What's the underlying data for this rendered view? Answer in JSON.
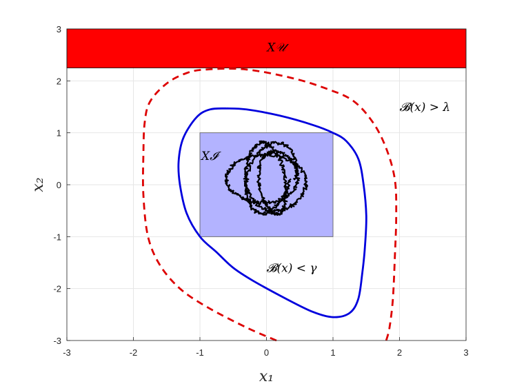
{
  "chart_data": {
    "type": "line",
    "xlabel": "x₁",
    "ylabel": "x₂",
    "xlim": [
      -3,
      3
    ],
    "ylim": [
      -3,
      3
    ],
    "xticks": [
      "-3",
      "-2",
      "-1",
      "0",
      "1",
      "2",
      "3"
    ],
    "yticks": [
      "-3",
      "-2",
      "-1",
      "0",
      "1",
      "2",
      "3"
    ],
    "grid": true,
    "unsafe_region": {
      "label": "X𝒰",
      "x": [
        -3,
        3
      ],
      "y": [
        2.25,
        3
      ],
      "color": "#ff0000"
    },
    "initial_region": {
      "label": "X𝓘",
      "x": [
        -1,
        1
      ],
      "y": [
        -1,
        1
      ],
      "color": "#b3b3ff"
    },
    "series": [
      {
        "style": "solid",
        "color": "#0000dd",
        "points": [
          [
            -0.6,
            1.47
          ],
          [
            -0.3,
            1.45
          ],
          [
            0.2,
            1.33
          ],
          [
            0.7,
            1.15
          ],
          [
            1.0,
            1.0
          ],
          [
            1.2,
            0.84
          ],
          [
            1.38,
            0.5
          ],
          [
            1.46,
            0.0
          ],
          [
            1.5,
            -0.6
          ],
          [
            1.48,
            -1.2
          ],
          [
            1.44,
            -1.7
          ],
          [
            1.38,
            -2.2
          ],
          [
            1.25,
            -2.47
          ],
          [
            1.0,
            -2.55
          ],
          [
            0.7,
            -2.45
          ],
          [
            0.3,
            -2.2
          ],
          [
            -0.2,
            -1.85
          ],
          [
            -0.5,
            -1.6
          ],
          [
            -0.75,
            -1.3
          ],
          [
            -1.0,
            -1.0
          ],
          [
            -1.2,
            -0.55
          ],
          [
            -1.3,
            0.0
          ],
          [
            -1.32,
            0.45
          ],
          [
            -1.25,
            0.9
          ],
          [
            -1.05,
            1.3
          ],
          [
            -0.85,
            1.45
          ],
          [
            -0.6,
            1.47
          ]
        ]
      },
      {
        "style": "dashed",
        "color": "#dd0000",
        "points": [
          [
            0.15,
            -3.0
          ],
          [
            -0.3,
            -2.75
          ],
          [
            -0.9,
            -2.35
          ],
          [
            -1.3,
            -2.0
          ],
          [
            -1.6,
            -1.55
          ],
          [
            -1.78,
            -1.0
          ],
          [
            -1.85,
            -0.2
          ],
          [
            -1.85,
            0.6
          ],
          [
            -1.83,
            1.2
          ],
          [
            -1.75,
            1.6
          ],
          [
            -1.5,
            1.95
          ],
          [
            -1.2,
            2.15
          ],
          [
            -0.9,
            2.22
          ],
          [
            -0.3,
            2.22
          ],
          [
            0.4,
            2.05
          ],
          [
            0.9,
            1.85
          ],
          [
            1.3,
            1.62
          ],
          [
            1.6,
            1.2
          ],
          [
            1.8,
            0.7
          ],
          [
            1.93,
            0.1
          ],
          [
            1.95,
            -0.6
          ],
          [
            1.93,
            -1.4
          ],
          [
            1.9,
            -2.2
          ],
          [
            1.85,
            -2.75
          ],
          [
            1.8,
            -3.0
          ]
        ]
      },
      {
        "style": "trajectory",
        "color": "#000000",
        "center": [
          0.05,
          0.1
        ]
      }
    ],
    "annotations": [
      {
        "text": "𝓑(x) > λ",
        "x": 2.0,
        "y": 1.5
      },
      {
        "text": "𝓑(x) < γ",
        "x": 0.0,
        "y": -1.6
      }
    ]
  }
}
